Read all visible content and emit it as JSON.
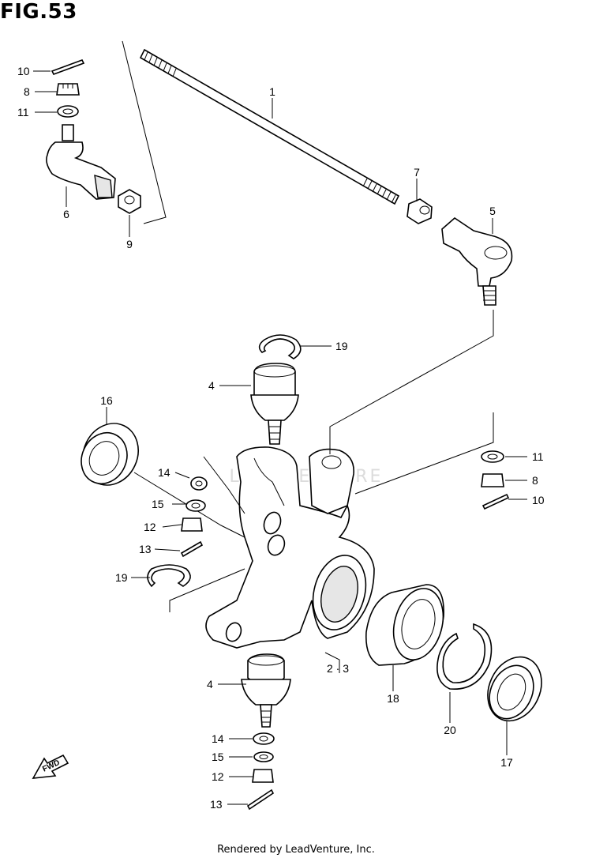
{
  "figure": {
    "title": "FIG.53",
    "footer": "Rendered by LeadVenture, Inc.",
    "watermark": "LEADVENTURE"
  },
  "callouts": [
    {
      "id": "c1",
      "text": "1"
    },
    {
      "id": "c7",
      "text": "7"
    },
    {
      "id": "c5",
      "text": "5"
    },
    {
      "id": "c10a",
      "text": "10"
    },
    {
      "id": "c8a",
      "text": "8"
    },
    {
      "id": "c11a",
      "text": "11"
    },
    {
      "id": "c6",
      "text": "6"
    },
    {
      "id": "c9",
      "text": "9"
    },
    {
      "id": "c19a",
      "text": "19"
    },
    {
      "id": "c4a",
      "text": "4"
    },
    {
      "id": "c16",
      "text": "16"
    },
    {
      "id": "c11b",
      "text": "11"
    },
    {
      "id": "c8b",
      "text": "8"
    },
    {
      "id": "c10b",
      "text": "10"
    },
    {
      "id": "c14a",
      "text": "14"
    },
    {
      "id": "c15a",
      "text": "15"
    },
    {
      "id": "c12a",
      "text": "12"
    },
    {
      "id": "c13a",
      "text": "13"
    },
    {
      "id": "c19b",
      "text": "19"
    },
    {
      "id": "c23",
      "text": "2 · 3"
    },
    {
      "id": "c18",
      "text": "18"
    },
    {
      "id": "c20",
      "text": "20"
    },
    {
      "id": "c17",
      "text": "17"
    },
    {
      "id": "c4b",
      "text": "4"
    },
    {
      "id": "c14b",
      "text": "14"
    },
    {
      "id": "c15b",
      "text": "15"
    },
    {
      "id": "c12b",
      "text": "12"
    },
    {
      "id": "c13b",
      "text": "13"
    }
  ],
  "fwd_label": "FWD"
}
